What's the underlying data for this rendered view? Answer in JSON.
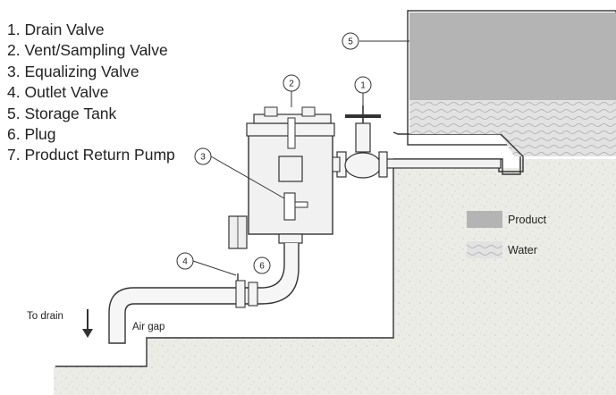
{
  "parts_list": [
    {
      "number": "1.",
      "label": "Drain Valve"
    },
    {
      "number": "2.",
      "label": "Vent/Sampling Valve"
    },
    {
      "number": "3.",
      "label": "Equalizing Valve"
    },
    {
      "number": "4.",
      "label": "Outlet Valve"
    },
    {
      "number": "5.",
      "label": "Storage Tank"
    },
    {
      "number": "6.",
      "label": "Plug"
    },
    {
      "number": "7.",
      "label": "Product Return Pump"
    }
  ],
  "callouts": [
    "1",
    "2",
    "3",
    "4",
    "5",
    "6"
  ],
  "labels": {
    "to_drain": "To drain",
    "air_gap": "Air gap"
  },
  "legend": {
    "product": "Product",
    "water": "Water"
  },
  "colors": {
    "product_fill": "#b4b4b4",
    "water_fill": "#dcdcdc",
    "ground_fill": "#ebebe6",
    "line": "#333333"
  }
}
